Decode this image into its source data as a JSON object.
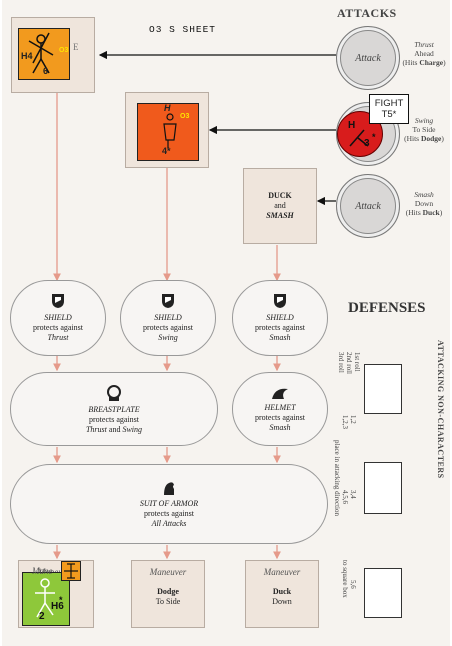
{
  "sheet": {
    "title": "O3 S   SHEET"
  },
  "headings": {
    "attacks": "ATTACKS",
    "defenses": "DEFENSES",
    "attacking_non_characters": "ATTACKING NON-CHARACTERS"
  },
  "attacks": [
    {
      "label": "Attack",
      "line1": "Thrust",
      "line2": "Ahead",
      "line3_pre": "(Hits ",
      "line3_bold": "Charge",
      "line3_post": ")"
    },
    {
      "label": "Attack",
      "line1": "Swing",
      "line2": "To Side",
      "line3_pre": "(Hits ",
      "line3_bold": "Dodge",
      "line3_post": ")"
    },
    {
      "label": "Attack",
      "line1": "Smash",
      "line2": "Down",
      "line3_pre": "(Hits ",
      "line3_bold": "Duck",
      "line3_post": ")"
    }
  ],
  "duck_box": {
    "line1": "DUCK",
    "line2": "and",
    "line3": "SMASH"
  },
  "shields": [
    {
      "title": "SHIELD",
      "sub": "protects against",
      "target": "Thrust"
    },
    {
      "title": "SHIELD",
      "sub": "protects against",
      "target": "Swing"
    },
    {
      "title": "SHIELD",
      "sub": "protects against",
      "target": "Smash"
    }
  ],
  "breastplate": {
    "title": "BREASTPLATE",
    "sub": "protects against",
    "target_a": "Thrust",
    "and": "and",
    "target_b": "Swing"
  },
  "helmet": {
    "title": "HELMET",
    "sub": "protects against",
    "target": "Smash"
  },
  "suit": {
    "title": "SUIT OF ARMOR",
    "sub": "protects against",
    "target": "All Attacks"
  },
  "maneuvers": [
    {
      "label": "Maneuver",
      "line1": "",
      "line2": ""
    },
    {
      "label": "Maneuver",
      "line1": "Dodge",
      "line2": "To Side"
    },
    {
      "label": "Maneuver",
      "line1": "Duck",
      "line2": "Down"
    }
  ],
  "counters": {
    "knight_top": {
      "h": "H4",
      "num": "6",
      "tag": "O3",
      "partial": "E"
    },
    "orange": {
      "h": "H",
      "tag": "O3",
      "bottom": "4*"
    },
    "red": {
      "h": "H",
      "num": "3",
      "star": "*"
    },
    "fight": {
      "line1": "FIGHT",
      "line2": "T5*"
    },
    "green": {
      "h": "H6",
      "num": "2",
      "star": "*",
      "partial": "Mane"
    }
  },
  "non_char": {
    "rolls": [
      "1st roll",
      "2nd roll",
      "3rd roll"
    ],
    "row1": "1,2",
    "row1b": "1,2,3",
    "row2": "3,4",
    "row2b": "4,5,6",
    "row2c": "place in attacking direction",
    "row3": "5,6",
    "row3b": "to square box"
  },
  "colors": {
    "orange": "#f05a1c",
    "red": "#d81c1c",
    "green": "#8ec83a",
    "tan": "#efe5dc",
    "arrow": "#e59a8a"
  }
}
